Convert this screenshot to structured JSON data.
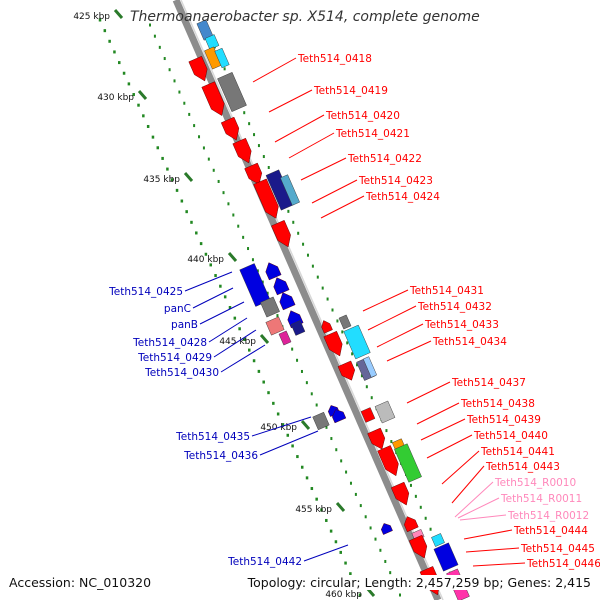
{
  "title": "Thermoanaerobacter sp. X514, complete genome",
  "accession": "Accession: NC_010320",
  "summary": "Topology: circular; Length: 2,457,259 bp; Genes: 2,415",
  "colors": {
    "backbone": "#8c8c8c",
    "red_gene": "#ff0000",
    "blue_gene": "#0000e0",
    "pink_gene": "#ff88bb",
    "tick_green": "#228822",
    "cyan_gene": "#22ddff",
    "grey_gene": "#777777"
  },
  "scale_labels": [
    "425 kbp",
    "430 kbp",
    "435 kbp",
    "440 kbp",
    "445 kbp",
    "450 kbp",
    "455 kbp",
    "460 kbp"
  ],
  "gene_labels_right": [
    "Teth514_0418",
    "Teth514_0419",
    "Teth514_0420",
    "Teth514_0421",
    "Teth514_0422",
    "Teth514_0423",
    "Teth514_0424",
    "Teth514_0431",
    "Teth514_0432",
    "Teth514_0433",
    "Teth514_0434",
    "Teth514_0437",
    "Teth514_0438",
    "Teth514_0439",
    "Teth514_0440",
    "Teth514_0441",
    "Teth514_0443",
    "Teth514_R0010",
    "Teth514_R0011",
    "Teth514_R0012",
    "Teth514_0444",
    "Teth514_0445",
    "Teth514_0446"
  ],
  "gene_labels_left": [
    "Teth514_0425",
    "panC",
    "panB",
    "Teth514_0428",
    "Teth514_0429",
    "Teth514_0430",
    "Teth514_0435",
    "Teth514_0436",
    "Teth514_0442"
  ]
}
